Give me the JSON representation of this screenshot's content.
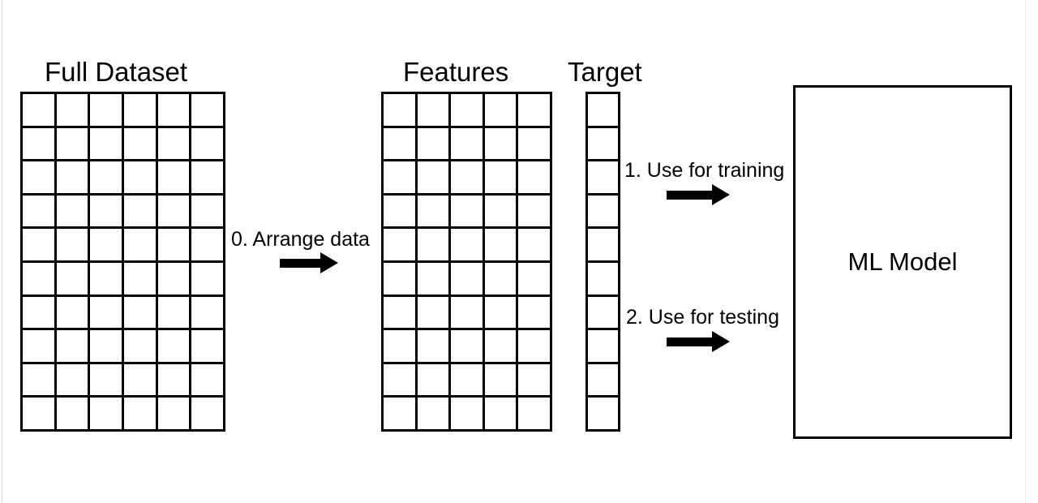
{
  "diagram": {
    "title": "Machine learning data arrangement workflow",
    "background_color": "#ffffff",
    "stroke_color": "#000000",
    "page_border_color": "#d9d9d9"
  },
  "blocks": {
    "full_dataset": {
      "label": "Full Dataset",
      "columns": 6,
      "rows": 10
    },
    "features": {
      "label": "Features",
      "columns": 5,
      "rows": 10
    },
    "target": {
      "label": "Target",
      "columns": 1,
      "rows": 10
    },
    "model": {
      "label": "ML Model"
    }
  },
  "steps": [
    {
      "id": "step-0",
      "label": "0. Arrange data"
    },
    {
      "id": "step-1",
      "label": "1. Use for training"
    },
    {
      "id": "step-2",
      "label": "2. Use for testing"
    }
  ],
  "arrows": [
    {
      "id": "arrow-arrange",
      "direction": "right"
    },
    {
      "id": "arrow-training",
      "direction": "right"
    },
    {
      "id": "arrow-testing",
      "direction": "right"
    }
  ]
}
